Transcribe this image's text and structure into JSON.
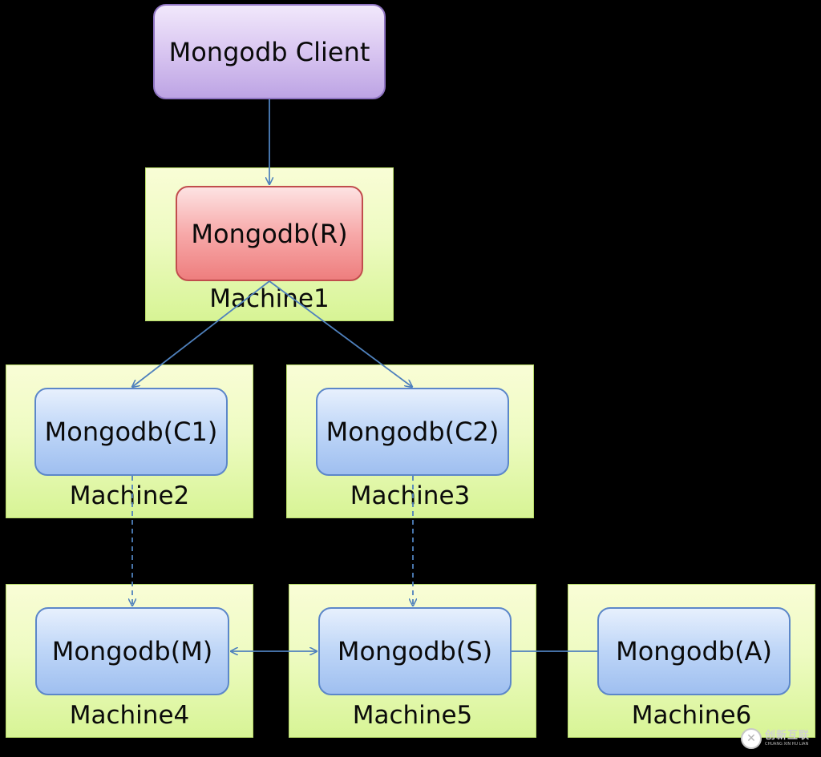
{
  "nodes": {
    "client": "Mongodb Client",
    "router": "Mongodb(R)",
    "config1": "Mongodb(C1)",
    "config2": "Mongodb(C2)",
    "master": "Mongodb(M)",
    "slave": "Mongodb(S)",
    "arbiter": "Mongodb(A)"
  },
  "machines": {
    "m1": "Machine1",
    "m2": "Machine2",
    "m3": "Machine3",
    "m4": "Machine4",
    "m5": "Machine5",
    "m6": "Machine6"
  },
  "edges": [
    {
      "from": "Mongodb Client",
      "to": "Mongodb(R)",
      "style": "solid",
      "arrow": "end"
    },
    {
      "from": "Mongodb(R)",
      "to": "Mongodb(C1)",
      "style": "solid",
      "arrow": "end"
    },
    {
      "from": "Mongodb(R)",
      "to": "Mongodb(C2)",
      "style": "solid",
      "arrow": "end"
    },
    {
      "from": "Mongodb(C1)",
      "to": "Mongodb(M)",
      "style": "dashed",
      "arrow": "end"
    },
    {
      "from": "Mongodb(C2)",
      "to": "Mongodb(S)",
      "style": "dashed",
      "arrow": "end"
    },
    {
      "from": "Mongodb(M)",
      "to": "Mongodb(S)",
      "style": "solid",
      "arrow": "both"
    },
    {
      "from": "Mongodb(S)",
      "to": "Mongodb(A)",
      "style": "solid",
      "arrow": "none"
    }
  ],
  "colors": {
    "background": "#000000",
    "machine_fill": "#eefbc2",
    "client_fill": "#d9c6f1",
    "router_fill": "#f7a9a9",
    "node_fill": "#bdd5f7",
    "connector": "#4f81bd"
  },
  "watermark": {
    "icon": "brand-logo-icon",
    "name": "创新互联",
    "sub": "CHUANG XIN HU LIAN"
  }
}
